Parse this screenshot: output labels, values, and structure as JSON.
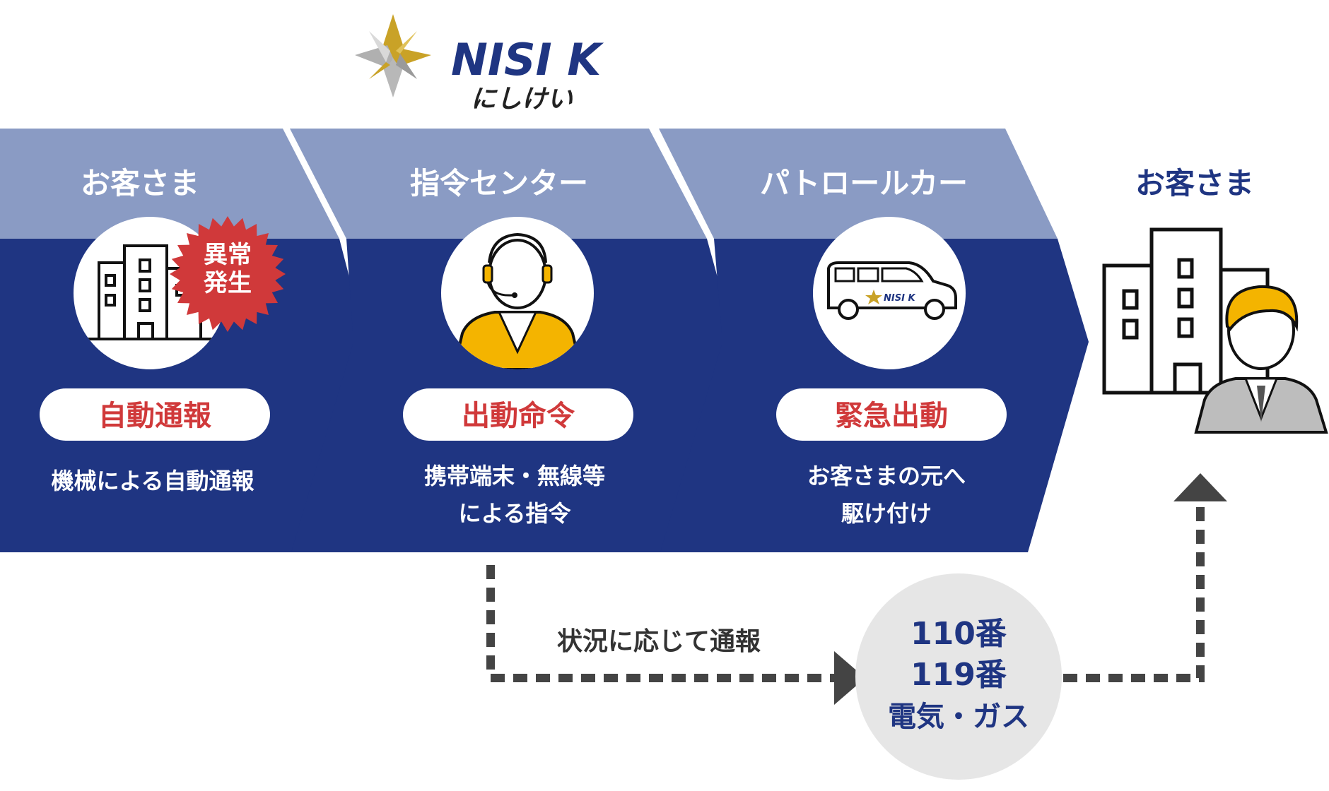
{
  "logo": {
    "brand": "NISI K",
    "kana": "にしけい"
  },
  "steps": [
    {
      "title": "お客さま",
      "badge": [
        "異常",
        "発生"
      ],
      "action": "自動通報",
      "desc": [
        "機械による自動通報"
      ],
      "icon": "building-icon"
    },
    {
      "title": "指令センター",
      "action": "出動命令",
      "desc": [
        "携帯端末・無線等",
        "による指令"
      ],
      "icon": "operator-headset-icon"
    },
    {
      "title": "パトロールカー",
      "action": "緊急出動",
      "desc": [
        "お客さまの元へ",
        "駆け付け"
      ],
      "icon": "patrol-car-icon",
      "car_text": "NISI K"
    }
  ],
  "destination": {
    "title": "お客さま",
    "icon": "building-with-person-icon"
  },
  "flow": {
    "label": "状況に応じて通報",
    "circle_lines": [
      "110番",
      "119番",
      "電気・ガス"
    ]
  },
  "colors": {
    "navy": "#1f3582",
    "light_band": "#8a9bc4",
    "red": "#d0393a",
    "gold": "#f4b400",
    "gray_circle": "#e6e6e6",
    "dark_text": "#333333"
  }
}
